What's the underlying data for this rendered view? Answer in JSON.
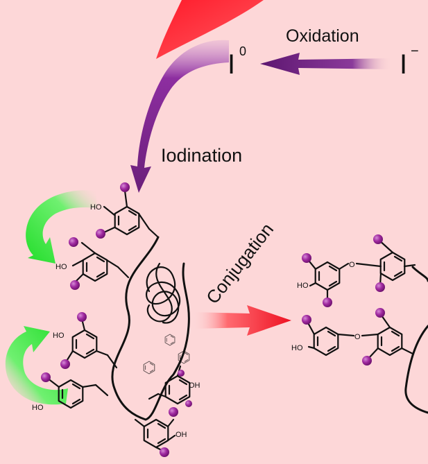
{
  "labels": {
    "oxidation": "Oxidation",
    "iodination": "Iodination",
    "conjugation": "Conjugation",
    "i_zero_base": "I",
    "i_zero_sup": "0",
    "i_minus_base": "I",
    "i_minus_sup": "−",
    "ho": "HO",
    "oh": "OH",
    "o": "O"
  },
  "colors": {
    "background": "#fdd7d8",
    "oxidation_arrow": "#6a1f7a",
    "iodination_arrow": "#7a1f8a",
    "conjugation_arrow": "#ee2233",
    "green_arrow": "#33e63a",
    "iodine_atom": "#8a1a8a",
    "red_source": "#ff1a2a"
  }
}
